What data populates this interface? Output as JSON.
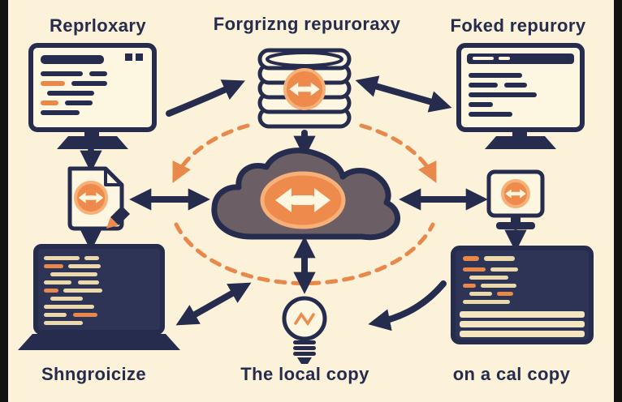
{
  "diagram": {
    "labels": {
      "top_left": "Reprloxary",
      "top_center": "Forgrizng repuroraxy",
      "top_right": "Foked repurory",
      "bottom_left": "Shngroicize",
      "bottom_center": "The local copy",
      "bottom_right": "on a cal copy"
    },
    "colors": {
      "background": "#fbf2d9",
      "ink_navy": "#262c4e",
      "accent_orange": "#ed8a4c",
      "accent_orange_light": "#f6b078",
      "cloud_fill": "#6b5e64",
      "dark_screen": "#2e3456",
      "code_tan": "#ecd9ab",
      "paper_cream": "#fdf6e0"
    },
    "icons": [
      "monitor-code-icon",
      "database-sync-icon",
      "monitor-code-icon",
      "file-sync-icon",
      "cloud-sync-icon",
      "mini-monitor-sync-icon",
      "laptop-code-icon",
      "lightbulb-icon",
      "terminal-code-icon"
    ]
  }
}
